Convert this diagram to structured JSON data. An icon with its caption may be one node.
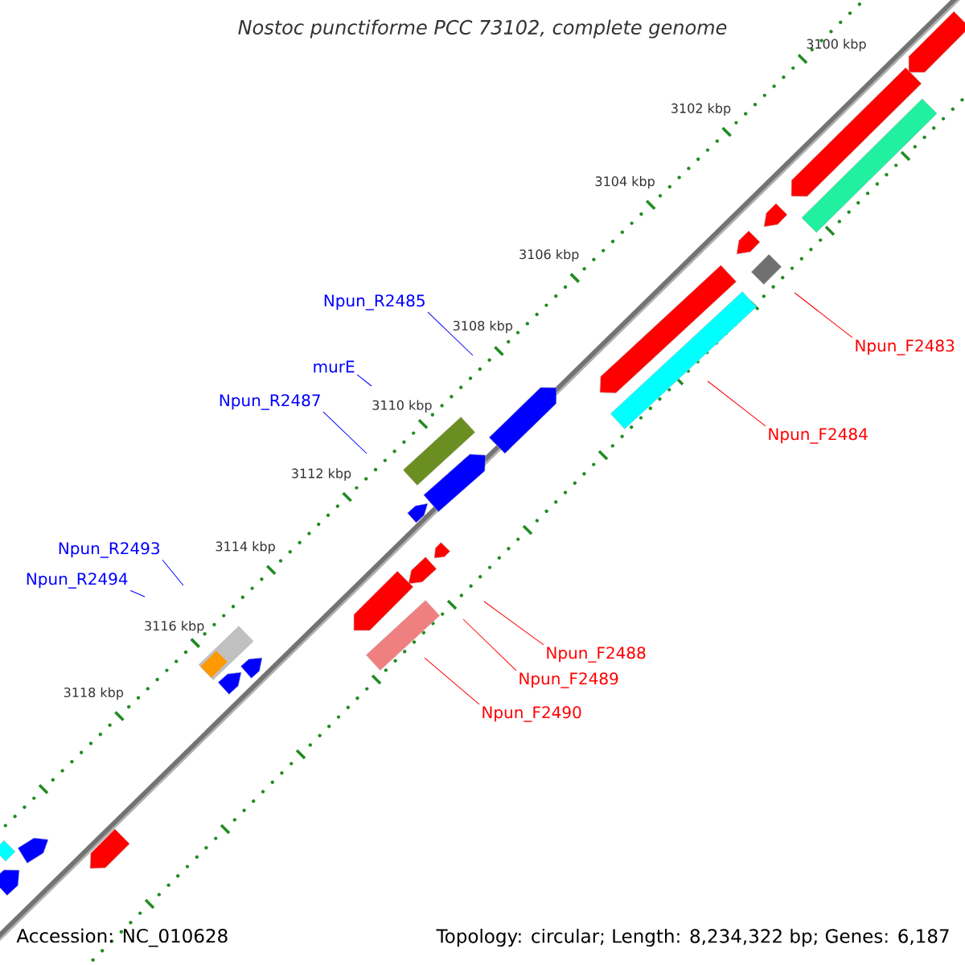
{
  "diagram": {
    "title": "Nostoc punctiforme PCC 73102, complete genome",
    "nodes": [
      {
        "text": [
          "Npun_R2485"
        ]
      },
      {
        "text": [
          "Npun_F2483"
        ]
      },
      {
        "text": [
          "murE"
        ]
      },
      {
        "text": [
          "Npun_R2487"
        ]
      },
      {
        "text": [
          "Npun_F2484"
        ]
      },
      {
        "text": [
          "Npun_R2493"
        ]
      },
      {
        "text": [
          "Npun_R2494"
        ]
      },
      {
        "text": [
          "Npun_F2488"
        ]
      },
      {
        "text": [
          "Npun_F2489"
        ]
      },
      {
        "text": [
          "Npun_F2490"
        ]
      }
    ],
    "edges": [
      {
        "from": 0,
        "to": null,
        "arrow": "none",
        "color": "#0000ff"
      },
      {
        "from": 1,
        "to": null,
        "arrow": "none",
        "color": "#ff0000"
      },
      {
        "from": 2,
        "to": null,
        "arrow": "none",
        "color": "#0000ff"
      },
      {
        "from": 3,
        "to": null,
        "arrow": "none",
        "color": "#0000ff"
      },
      {
        "from": 4,
        "to": null,
        "arrow": "none",
        "color": "#ff0000"
      },
      {
        "from": 5,
        "to": null,
        "arrow": "none",
        "color": "#0000ff"
      },
      {
        "from": 6,
        "to": null,
        "arrow": "none",
        "color": "#0000ff"
      },
      {
        "from": 7,
        "to": null,
        "arrow": "none",
        "color": "#ff0000"
      },
      {
        "from": 8,
        "to": null,
        "arrow": "none",
        "color": "#ff0000"
      },
      {
        "from": 9,
        "to": null,
        "arrow": "none",
        "color": "#ff0000"
      }
    ],
    "labels": [
      "3100 kbp",
      "3102 kbp",
      "3104 kbp",
      "3106 kbp",
      "3108 kbp",
      "3110 kbp",
      "3112 kbp",
      "3114 kbp",
      "3116 kbp",
      "3118 kbp",
      "Accession: NC_010628",
      "Topology: circular; Length: 8,234,322 bp; Genes: 6,187"
    ]
  }
}
